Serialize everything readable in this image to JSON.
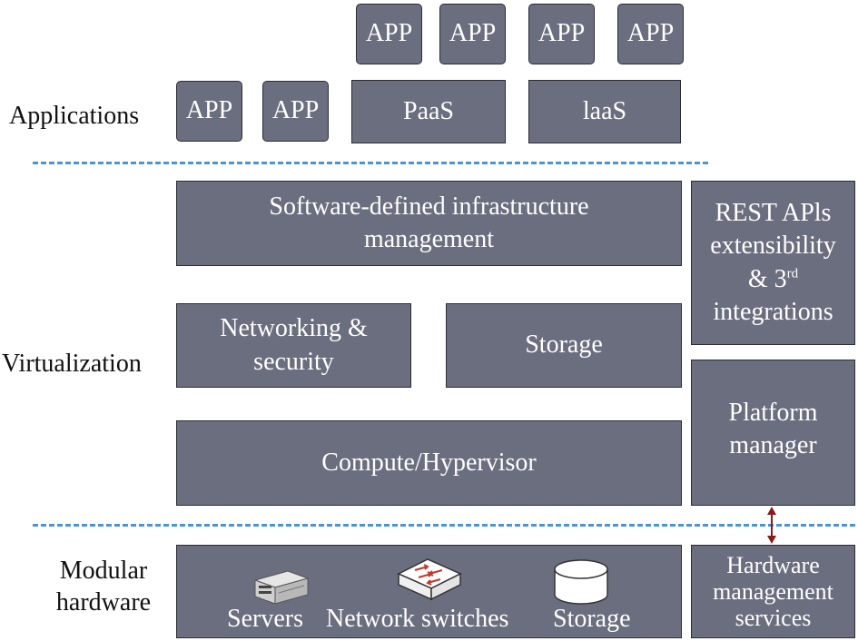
{
  "layers": {
    "applications": "Applications",
    "virtualization": "Virtualization",
    "modular_hardware": [
      "Modular",
      "hardware"
    ]
  },
  "apps": {
    "top_row": [
      "APP",
      "APP",
      "APP",
      "APP"
    ],
    "bottom_row": [
      "APP",
      "APP",
      "PaaS",
      "laaS"
    ]
  },
  "virtualization": {
    "sdi": [
      "Software-defined infrastructure",
      "management"
    ],
    "networking": [
      "Networking &",
      "security"
    ],
    "storage": "Storage",
    "compute": "Compute/Hypervisor",
    "rest": {
      "line1": "REST APls",
      "line2": "extensibility",
      "line3_pre": "& 3",
      "line3_sup": "rd",
      "line4": "integrations"
    },
    "platform_manager": [
      "Platform",
      "manager"
    ]
  },
  "hardware": {
    "servers": "Servers",
    "switches": "Network switches",
    "storage": "Storage",
    "hw_mgmt": [
      "Hardware",
      "management",
      "services"
    ]
  },
  "colors": {
    "box_fill": "#6b6e7f",
    "box_border": "#2b2d36",
    "divider": "#4a96d2",
    "connector": "#8b1a1a"
  },
  "icons": [
    "server-icon",
    "network-switch-icon",
    "storage-cylinder-icon",
    "double-arrow-icon"
  ]
}
